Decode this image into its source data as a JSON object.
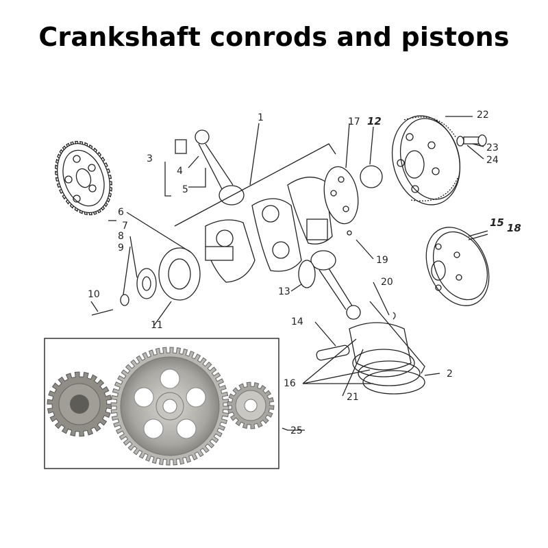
{
  "title": "Crankshaft conrods and pistons",
  "callouts": {
    "c1": "1",
    "c2": "2",
    "c3": "3",
    "c4": "4",
    "c5": "5",
    "c6": "6",
    "c7": "7",
    "c8": "8",
    "c9": "9",
    "c10": "10",
    "c11": "11",
    "c12": "12",
    "c13": "13",
    "c14": "14",
    "c15": "15",
    "c16": "16",
    "c17": "17",
    "c18": "18",
    "c19": "19",
    "c20": "20",
    "c21": "21",
    "c22": "22",
    "c23": "23",
    "c24": "24",
    "c25": "25"
  }
}
